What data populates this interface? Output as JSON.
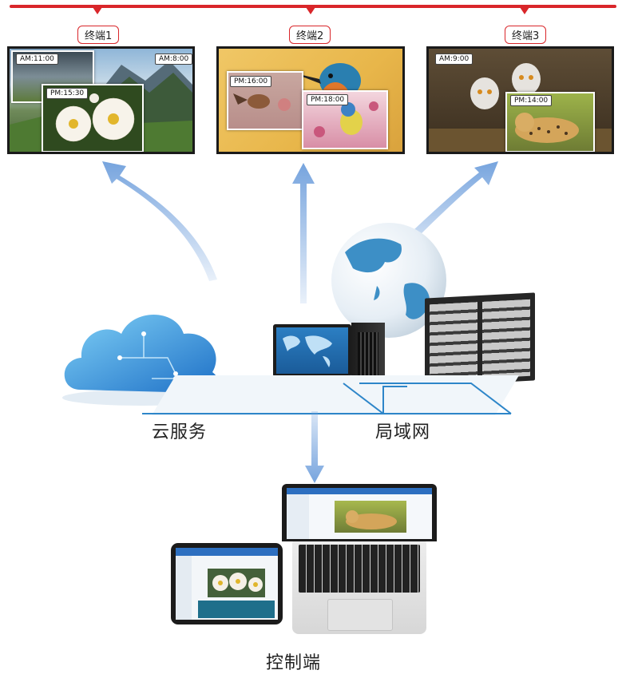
{
  "terminals": [
    {
      "label": "终端1",
      "times": [
        "AM:11:00",
        "AM:8:00",
        "PM:15:30"
      ]
    },
    {
      "label": "终端2",
      "times": [
        "PM:16:00",
        "PM:18:00"
      ]
    },
    {
      "label": "终端3",
      "times": [
        "AM:9:00",
        "PM:14:00"
      ]
    }
  ],
  "nodes": {
    "cloud": "云服务",
    "lan": "局域网",
    "control": "控制端"
  },
  "colors": {
    "accent_red": "#d9262a",
    "arrow_blue": "#6f9fdc",
    "line_blue": "#2e86c9"
  }
}
